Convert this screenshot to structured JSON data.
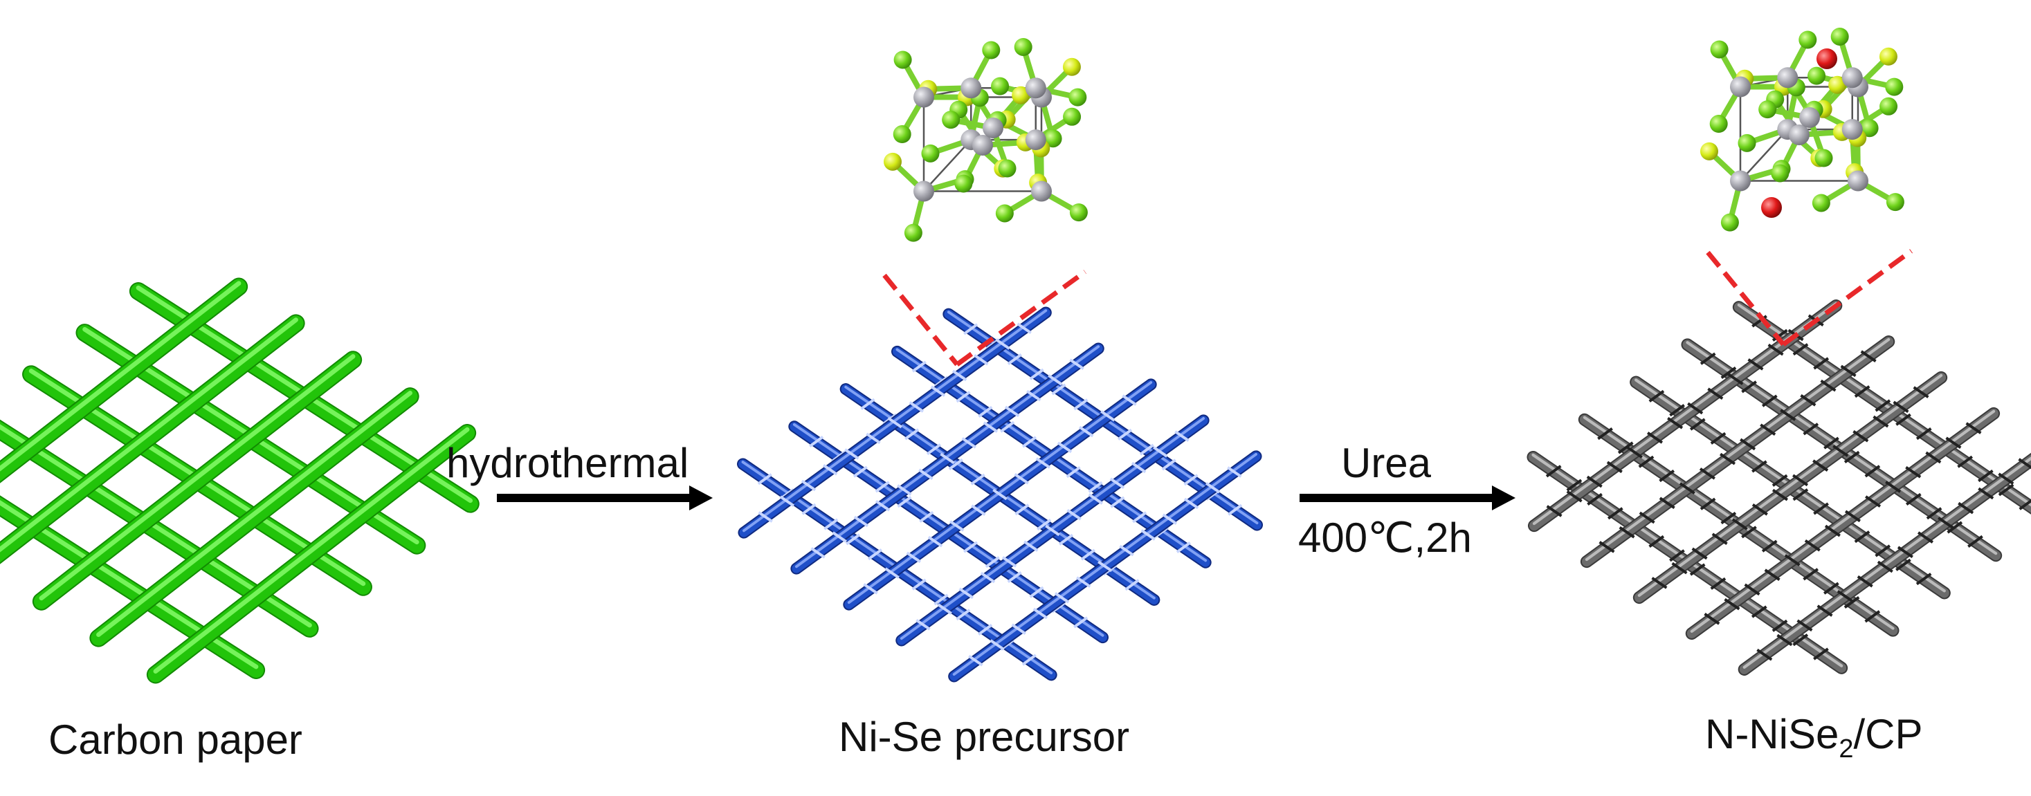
{
  "stages": [
    {
      "label": "Carbon paper",
      "color": "#22c40a"
    },
    {
      "label": "Ni-Se precursor",
      "color": "#1f4fc8"
    },
    {
      "label_prefix": "N-NiSe",
      "label_sub": "2",
      "label_suffix": "/CP",
      "color": "#6b6b6b"
    }
  ],
  "arrows": [
    {
      "top_text": "hydrothermal",
      "bottom_text": ""
    },
    {
      "top_text": "Urea",
      "bottom_text": "400℃,2h"
    }
  ],
  "colors": {
    "arrow": "#000000",
    "zoom_dash": "#e8282a",
    "atom_green": "#6ed21a",
    "atom_yellow": "#d4ea16",
    "atom_gray": "#a8a8b0",
    "atom_red": "#e01818",
    "cell_edge": "#555555"
  }
}
